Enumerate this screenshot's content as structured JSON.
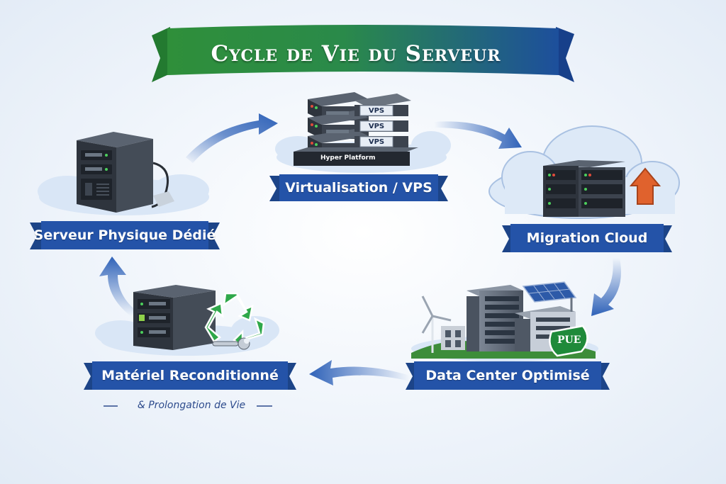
{
  "title": "Cycle de Vie du Serveur",
  "stages": {
    "physical": "Serveur Physique Dédié",
    "virtualisation": "Virtualisation / VPS",
    "cloud": "Migration Cloud",
    "datacenter": "Data Center Optimisé",
    "refurbished": "Matériel Reconditionné",
    "refurbished_sub": "& Prolongation de Vie"
  },
  "hypervisor_label": "Hyper Platform",
  "vps_tags": [
    "VPS",
    "VPS",
    "VPS"
  ],
  "pue_label": "PUE",
  "colors": {
    "banner_green": "#2e8b3a",
    "banner_blue": "#1f4e9c",
    "label_blue": "#2453a8",
    "arrow_blue": "#2f62b8",
    "cloud": "#dbe8f7",
    "server_dark": "#3a414c",
    "recycle_green": "#2fa84a",
    "orange_arrow": "#e0622d"
  }
}
